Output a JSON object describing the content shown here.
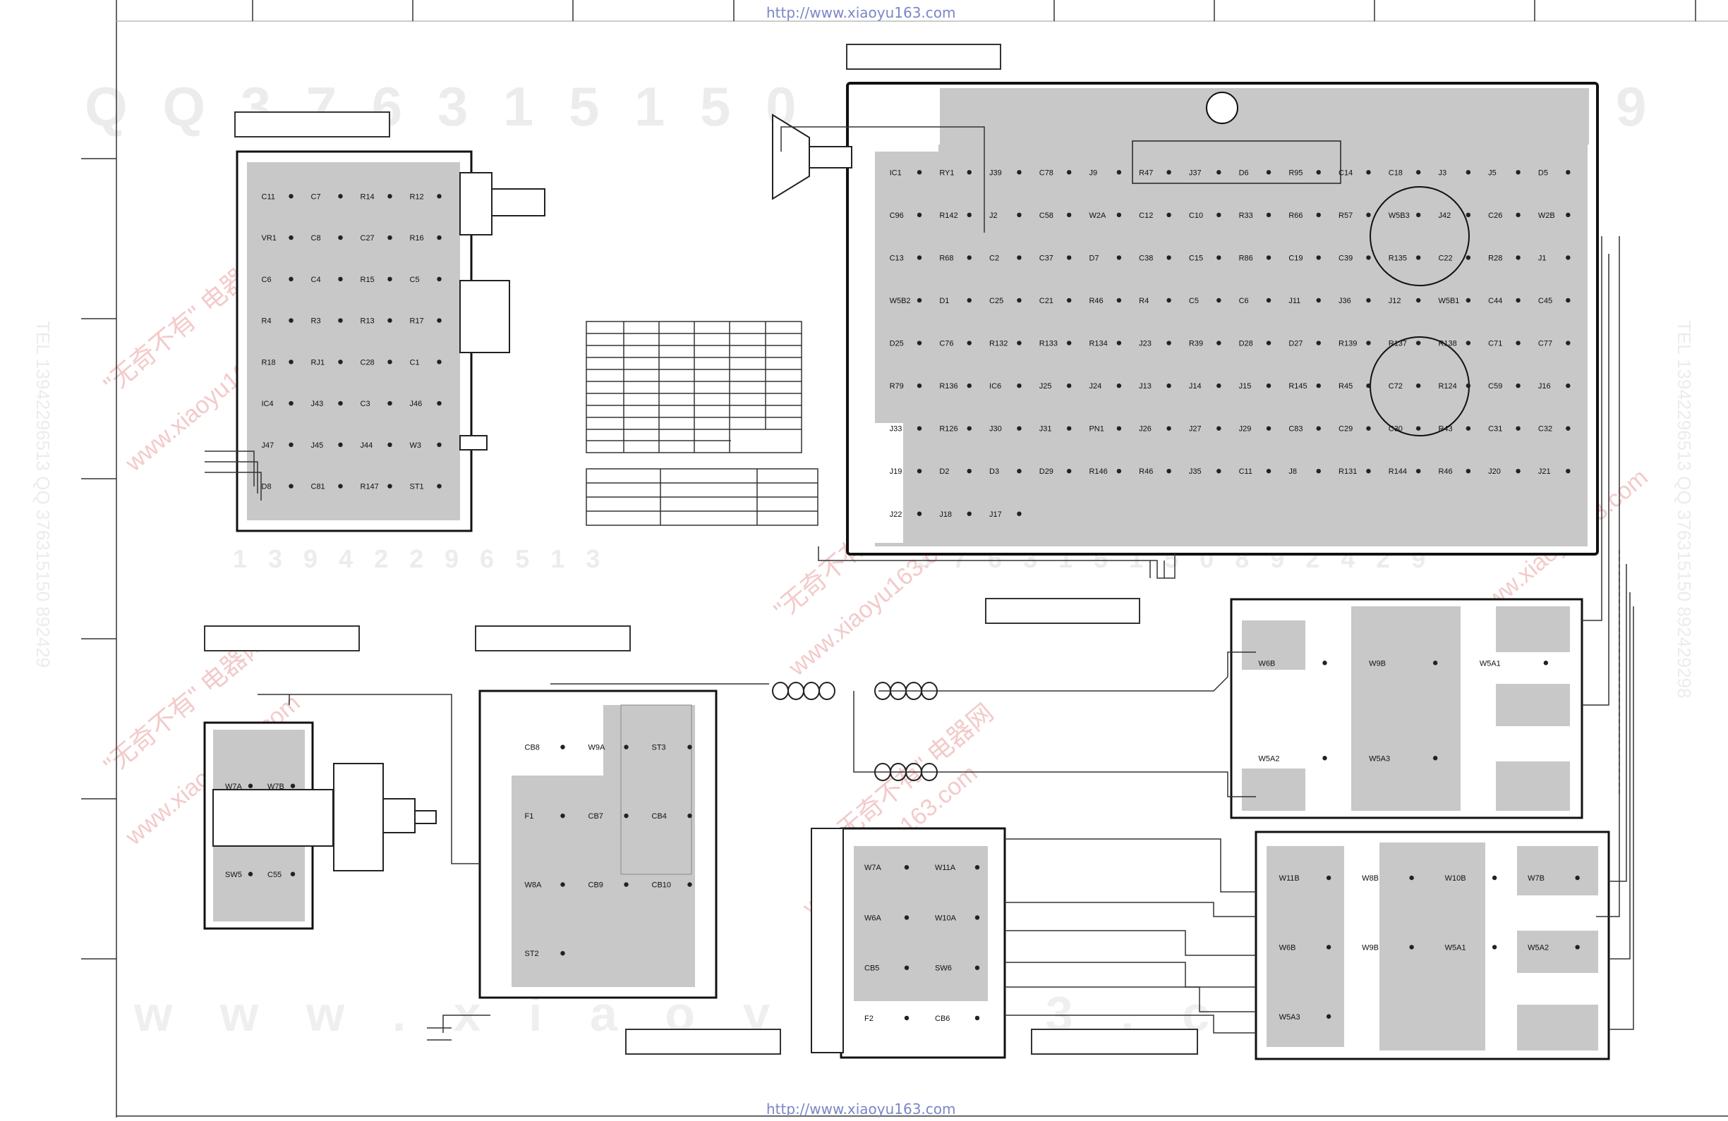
{
  "source_url": "http://www.xiaoyu163.com",
  "watermarks": {
    "top_row": "Q Q 3 7 6 3 1 5 1 5 0",
    "top_row_right": "9",
    "middle_row_left": "1 3 9 4 2 2 9 6 5 1 3",
    "middle_row_right": "3 7 6 3 1 5 1 5 0 8 9 2 4 2 9",
    "bottom_row": "w w w . x i a o y u 1 6 3 . c o m",
    "side_left": "TEL 13942296513 QQ 376315150 892429",
    "side_right": "TEL 13942296513 QQ 376315150 892429298",
    "stamp_cn": "\"无奇不有\" 电器网",
    "stamp_url": "www.xiaoyu163.com"
  },
  "boards": {
    "headphone": {
      "labels": [
        "C11",
        "C7",
        "R14",
        "R12",
        "VR1",
        "C8",
        "C27",
        "R16",
        "C6",
        "C4",
        "R15",
        "C5",
        "R4",
        "R3",
        "R13",
        "R17",
        "R18",
        "RJ1",
        "C28",
        "C1",
        "IC4",
        "J43",
        "C3",
        "J46",
        "J47",
        "J45",
        "J44",
        "W3",
        "D8",
        "C81",
        "R147",
        "ST1"
      ]
    },
    "main": {
      "labels": [
        "IC1",
        "RY1",
        "J39",
        "C78",
        "J9",
        "R47",
        "J37",
        "D6",
        "R95",
        "C14",
        "C18",
        "J3",
        "J5",
        "D5",
        "C96",
        "R142",
        "J2",
        "C58",
        "W2A",
        "C12",
        "C10",
        "R33",
        "R66",
        "R57",
        "W5B3",
        "J42",
        "C26",
        "W2B",
        "C13",
        "R68",
        "C2",
        "C37",
        "D7",
        "C38",
        "C15",
        "R86",
        "C19",
        "C39",
        "R135",
        "C22",
        "R28",
        "J1",
        "W5B2",
        "D1",
        "C25",
        "C21",
        "R46",
        "R4",
        "C5",
        "C6",
        "J11",
        "J36",
        "J12",
        "W5B1",
        "C44",
        "C45",
        "D25",
        "C76",
        "R132",
        "R133",
        "R134",
        "J23",
        "R39",
        "D28",
        "D27",
        "R139",
        "R137",
        "R138",
        "C71",
        "C77",
        "R79",
        "R136",
        "IC6",
        "J25",
        "J24",
        "J13",
        "J14",
        "J15",
        "R145",
        "R45",
        "C72",
        "R124",
        "C59",
        "J16",
        "J33",
        "R126",
        "J30",
        "J31",
        "PN1",
        "J26",
        "J27",
        "J29",
        "C83",
        "C29",
        "C30",
        "R43",
        "C31",
        "C32",
        "J19",
        "D2",
        "D3",
        "D29",
        "R146",
        "R46",
        "J35",
        "C11",
        "J8",
        "R131",
        "R144",
        "R46",
        "J20",
        "J21",
        "J22",
        "J18",
        "J17"
      ]
    },
    "power_switch": {
      "labels": [
        "W7A",
        "W7B",
        "SW5",
        "C55"
      ]
    },
    "power_input": {
      "labels": [
        "CB8",
        "W9A",
        "ST3",
        "F1",
        "CB7",
        "CB4",
        "W8A",
        "CB9",
        "CB10",
        "ST2"
      ]
    },
    "voltage_select": {
      "labels": [
        "W7A",
        "W11A",
        "W6A",
        "W10A",
        "CB5",
        "SW6",
        "F2",
        "CB6"
      ]
    },
    "transformer_a": {
      "labels": [
        "W6B",
        "W9B",
        "W5A1",
        "W5A2",
        "W5A3"
      ]
    },
    "transformer_b": {
      "labels": [
        "W11B",
        "W8B",
        "W10B",
        "W7B",
        "W6B",
        "W9B",
        "W5A1",
        "W5A2",
        "W5A3"
      ]
    }
  },
  "palette": {
    "copper": "#c8c8c8",
    "trace": "#c4c4c4",
    "ink": "#1e1e1e",
    "watermark_gray": "#e9e9e9",
    "watermark_red": "#f2c2c2",
    "url_blue": "#7b86c7"
  }
}
